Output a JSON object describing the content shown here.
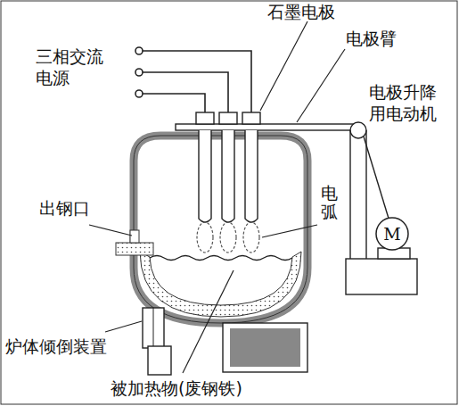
{
  "diagram": {
    "nodes": [
      {
        "text": [
          "M"
        ]
      }
    ],
    "labels": [
      "石墨电极",
      "三相交流 电源",
      "电极臂",
      "电极升降 用电动机",
      "出钢口",
      "电弧",
      "炉体倾倒装置",
      "被加热物(废钢铁)"
    ]
  }
}
